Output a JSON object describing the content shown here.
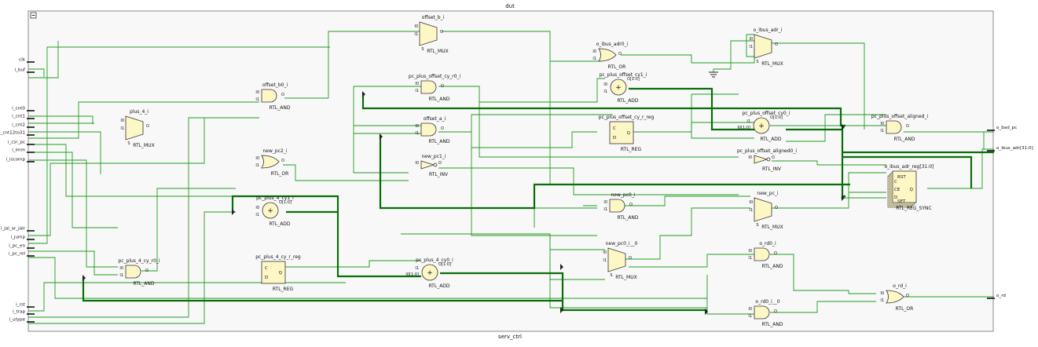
{
  "module": {
    "title": "dut",
    "footer": "serv_ctrl"
  },
  "colors": {
    "wire": "#1f9c1f",
    "bus": "#0a6e0a",
    "cell_fill": "#fdf7c6",
    "cell_stroke": "#333333",
    "frame": "#8a8a8a",
    "background": "#f8f8f8"
  },
  "inputs": [
    "clk",
    "i_buf",
    "i_cnt0",
    "i_cnt1",
    "i_cnt2",
    "i_cnt12to31",
    "i_csr_pc",
    "i_imm",
    "i_iscomp",
    "i_jal_or_jalr",
    "i_jump",
    "i_pc_en",
    "i_pc_rel",
    "i_rst",
    "i_trap",
    "i_utype"
  ],
  "outputs": [
    "o_bad_pc",
    "o_ibus_adr[31:0]",
    "o_rd"
  ],
  "cells": {
    "offset_b_i": {
      "name": "offset_b_i",
      "type": "RTL_MUX",
      "pins": [
        "I0",
        "I1",
        "S",
        "O"
      ]
    },
    "o_ibus_adr0_i": {
      "name": "o_ibus_adr0_i",
      "type": "RTL_OR",
      "pins": [
        "I0",
        "I1",
        "O"
      ]
    },
    "o_ibus_adr_i": {
      "name": "o_ibus_adr_i",
      "type": "RTL_MUX",
      "pins": [
        "I0",
        "I1",
        "S",
        "O"
      ]
    },
    "offset_b0_i": {
      "name": "offset_b0_i",
      "type": "RTL_AND",
      "pins": [
        "I0",
        "I1",
        "O"
      ]
    },
    "pc_plus_offset_cy_r0_i": {
      "name": "pc_plus_offset_cy_r0_i",
      "type": "RTL_AND",
      "pins": [
        "I0",
        "I1",
        "O"
      ]
    },
    "pc_plus_offset_cy1_i": {
      "name": "pc_plus_offset_cy1_i",
      "type": "RTL_ADD",
      "pins": [
        "I0",
        "I1",
        "O[1:0]"
      ]
    },
    "plus_4_i": {
      "name": "plus_4_i",
      "type": "RTL_MUX",
      "pins": [
        "I0",
        "I1",
        "S",
        "O"
      ]
    },
    "offset_a_i": {
      "name": "offset_a_i",
      "type": "RTL_AND",
      "pins": [
        "I0",
        "I1",
        "O"
      ]
    },
    "pc_plus_offset_cy_r_reg": {
      "name": "pc_plus_offset_cy_r_reg",
      "type": "RTL_REG",
      "pins": [
        "C",
        "D",
        "Q"
      ]
    },
    "pc_plus_offset_cy0_i": {
      "name": "pc_plus_offset_cy0_i",
      "type": "RTL_ADD",
      "pins": [
        "I1",
        "I0[1:0]",
        "O[1:0]"
      ]
    },
    "pc_plus_offset_aligned_i": {
      "name": "pc_plus_offset_aligned_i",
      "type": "RTL_AND",
      "pins": [
        "I0",
        "I1",
        "O"
      ]
    },
    "new_pc2_i": {
      "name": "new_pc2_i",
      "type": "RTL_OR",
      "pins": [
        "I0",
        "I1",
        "O"
      ]
    },
    "new_pc1_i": {
      "name": "new_pc1_i",
      "type": "RTL_INV",
      "pins": [
        "I0",
        "O"
      ]
    },
    "pc_plus_offset_aligned0_i": {
      "name": "pc_plus_offset_aligned0_i",
      "type": "RTL_INV",
      "pins": [
        "I0",
        "O"
      ]
    },
    "o_ibus_adr_reg": {
      "name": "o_ibus_adr_reg[31:0]",
      "type": "RTL_REG_SYNC",
      "pins": [
        "RST",
        "C",
        "CE",
        "D",
        "SET",
        "Q"
      ]
    },
    "pc_plus_4_cy1_i": {
      "name": "pc_plus_4_cy1_i",
      "type": "RTL_ADD",
      "pins": [
        "I0",
        "I1",
        "O[1:0]"
      ]
    },
    "new_pc0_i": {
      "name": "new_pc0_i",
      "type": "RTL_AND",
      "pins": [
        "I0",
        "I1",
        "O"
      ]
    },
    "new_pc_i": {
      "name": "new_pc_i",
      "type": "RTL_MUX",
      "pins": [
        "I0",
        "I1",
        "S",
        "O"
      ]
    },
    "pc_plus_4_cy_r_reg": {
      "name": "pc_plus_4_cy_r_reg",
      "type": "RTL_REG",
      "pins": [
        "C",
        "D",
        "Q"
      ]
    },
    "pc_plus_4_cy0_i": {
      "name": "pc_plus_4_cy0_i",
      "type": "RTL_ADD",
      "pins": [
        "I1",
        "I0[1:0]",
        "O[1:0]"
      ]
    },
    "new_pc0_i__0": {
      "name": "new_pc0_i__0",
      "type": "RTL_MUX",
      "pins": [
        "I0",
        "I1",
        "S",
        "O"
      ]
    },
    "o_rd0_i": {
      "name": "o_rd0_i",
      "type": "RTL_AND",
      "pins": [
        "I0",
        "I1",
        "O"
      ]
    },
    "pc_plus_4_cy_r0_i": {
      "name": "pc_plus_4_cy_r0_i",
      "type": "RTL_AND",
      "pins": [
        "I0",
        "I1",
        "O"
      ]
    },
    "o_rd_i": {
      "name": "o_rd_i",
      "type": "RTL_OR",
      "pins": [
        "I0",
        "I1",
        "O"
      ]
    },
    "o_rd0_i__0": {
      "name": "o_rd0_i__0",
      "type": "RTL_AND",
      "pins": [
        "I0",
        "I1",
        "O"
      ]
    }
  }
}
